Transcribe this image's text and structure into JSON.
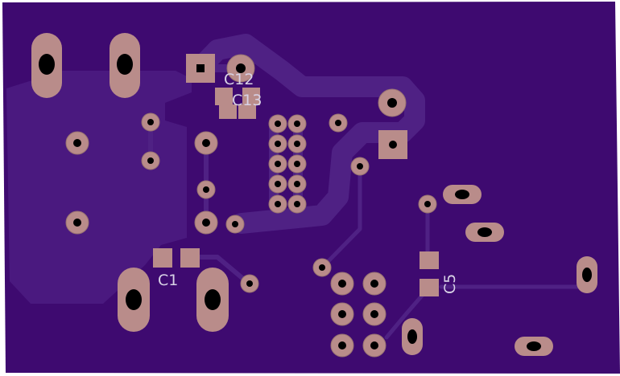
{
  "board": {
    "colors": {
      "edge": "#ffffff",
      "substrate": "#3e0a70",
      "copper_pour": "#4a197f",
      "trace": "#4f2184",
      "pad": "#b98c8a",
      "pad_dark": "#9a7472",
      "drill": "#000000",
      "silkscreen": "#d8d2e6"
    },
    "labels": {
      "c12": "C12",
      "c13": "C13",
      "c1": "C1",
      "c5": "C5"
    }
  }
}
